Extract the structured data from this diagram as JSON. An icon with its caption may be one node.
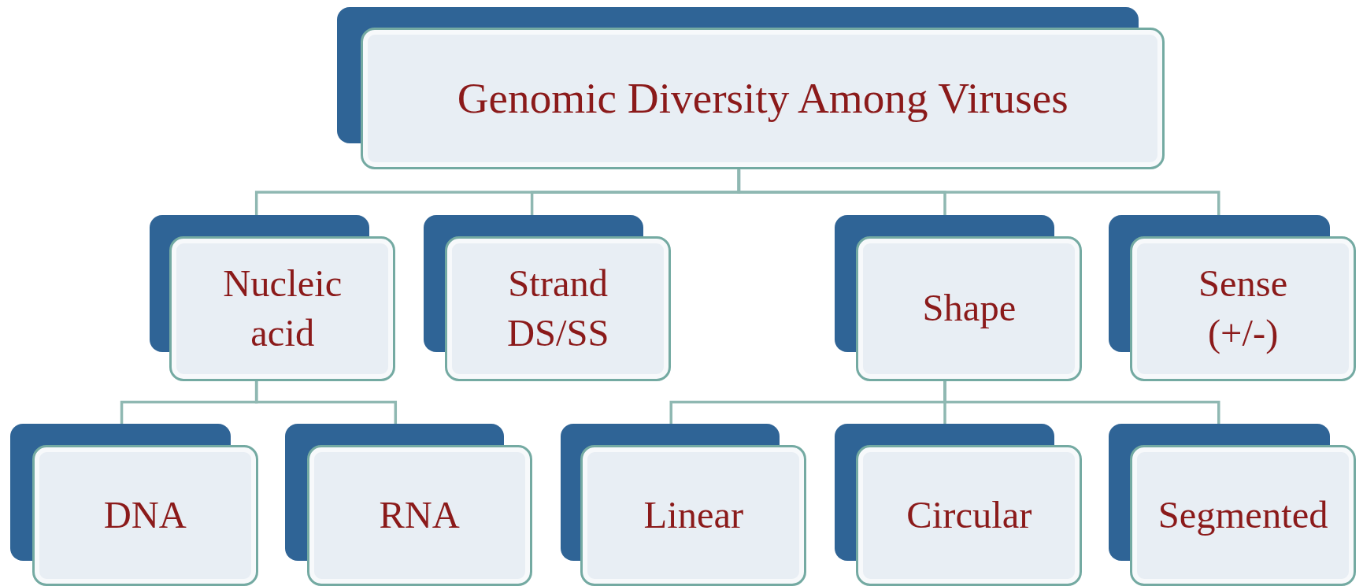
{
  "diagram": {
    "nodes": [
      {
        "text": [
          "Genomic Diversity Among Viruses"
        ]
      },
      {
        "text": [
          "Nucleic acid"
        ]
      },
      {
        "text": [
          "Strand DS/SS"
        ]
      },
      {
        "text": [
          "Shape"
        ]
      },
      {
        "text": [
          "Sense (+/-)"
        ]
      },
      {
        "text": [
          "DNA"
        ]
      },
      {
        "text": [
          "RNA"
        ]
      },
      {
        "text": [
          "Linear"
        ]
      },
      {
        "text": [
          "Circular"
        ]
      },
      {
        "text": [
          "Segmented"
        ]
      }
    ],
    "edges": [
      {
        "from": 0,
        "to": 1,
        "arrow": "none"
      },
      {
        "from": 0,
        "to": 2,
        "arrow": "none"
      },
      {
        "from": 0,
        "to": 3,
        "arrow": "none"
      },
      {
        "from": 0,
        "to": 4,
        "arrow": "none"
      },
      {
        "from": 1,
        "to": 5,
        "arrow": "none"
      },
      {
        "from": 1,
        "to": 6,
        "arrow": "none"
      },
      {
        "from": 3,
        "to": 7,
        "arrow": "none"
      },
      {
        "from": 3,
        "to": 8,
        "arrow": "none"
      },
      {
        "from": 3,
        "to": 9,
        "arrow": "none"
      }
    ]
  }
}
